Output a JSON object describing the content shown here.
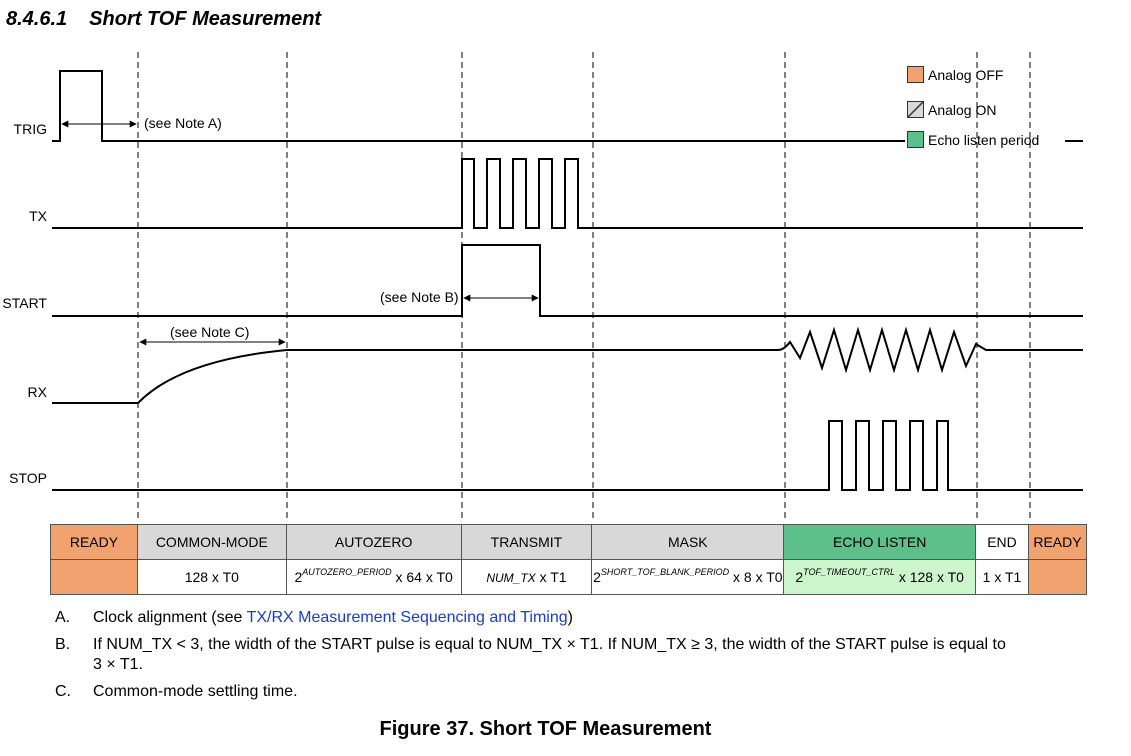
{
  "section": {
    "number": "8.4.6.1",
    "title": "Short TOF Measurement"
  },
  "legend": [
    {
      "label": "Analog OFF",
      "color": "#f2a26e"
    },
    {
      "label": "Analog ON",
      "color": "#d8d8d8"
    },
    {
      "label": "Echo listen period",
      "color": "#5dbf8a"
    }
  ],
  "signals": [
    "TRIG",
    "TX",
    "START",
    "RX",
    "STOP"
  ],
  "annotations": {
    "note_a": "(see Note A)",
    "note_b": "(see Note B)",
    "note_c": "(see Note C)"
  },
  "phases": [
    "READY",
    "COMMON-MODE",
    "AUTOZERO",
    "TRANSMIT",
    "MASK",
    "ECHO LISTEN",
    "END",
    "READY"
  ],
  "durations": {
    "common_mode": "128 x T0",
    "autozero_base": "2",
    "autozero_exp": "AUTOZERO_PERIOD",
    "autozero_tail": " x 64 x T0",
    "transmit_var": "NUM_TX",
    "transmit_tail": " x T1",
    "mask_base": "2",
    "mask_exp": "SHORT_TOF_BLANK_PERIOD",
    "mask_tail": " x 8 x T0",
    "echo_base": "2",
    "echo_exp": "TOF_TIMEOUT_CTRL",
    "echo_tail": " x 128 x T0",
    "end": "1 x T1"
  },
  "notes": {
    "a_letter": "A.",
    "a_text": "Clock alignment (see ",
    "a_link": "TX/RX Measurement Sequencing and Timing",
    "a_end": ")",
    "b_letter": "B.",
    "b_text": "If NUM_TX < 3, the width of the START pulse is equal to NUM_TX × T1. If NUM_TX ≥ 3, the width of the START pulse is equal to 3 × T1.",
    "c_letter": "C.",
    "c_text": "Common-mode settling time."
  },
  "caption": "Figure 37.  Short TOF Measurement"
}
